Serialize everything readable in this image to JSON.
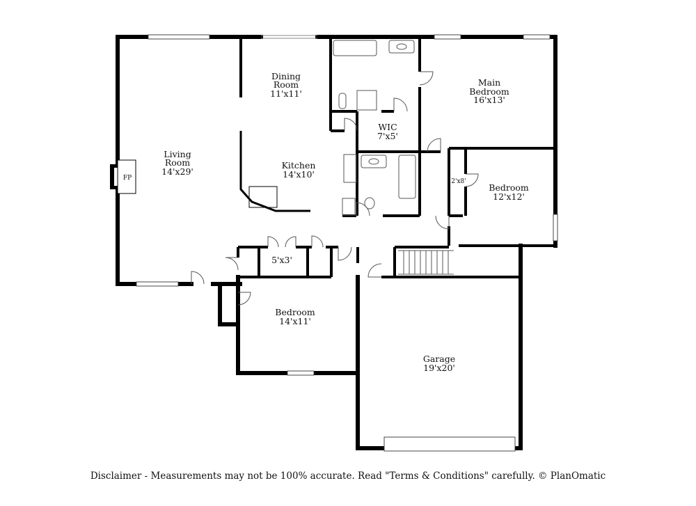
{
  "rooms": {
    "living": {
      "name_1": "Living",
      "name_2": "Room",
      "size": "14'x29'"
    },
    "dining": {
      "name_1": "Dining",
      "name_2": "Room",
      "size": "11'x11'"
    },
    "kitchen": {
      "name": "Kitchen",
      "size": "14'x10'"
    },
    "main_bedroom": {
      "name_1": "Main",
      "name_2": "Bedroom",
      "size": "16'x13'"
    },
    "wic": {
      "name": "WIC",
      "size": "7'x5'"
    },
    "closet_small": {
      "size": "2'x8'"
    },
    "bedroom_2": {
      "name": "Bedroom",
      "size": "12'x12'"
    },
    "hall_closet": {
      "size": "5'x3'"
    },
    "bedroom_3": {
      "name": "Bedroom",
      "size": "14'x11'"
    },
    "garage": {
      "name": "Garage",
      "size": "19'x20'"
    }
  },
  "fireplace_label": "FP",
  "disclaimer": "Disclaimer - Measurements may not be 100% accurate. Read \"Terms & Conditions\" carefully. © PlanOmatic"
}
